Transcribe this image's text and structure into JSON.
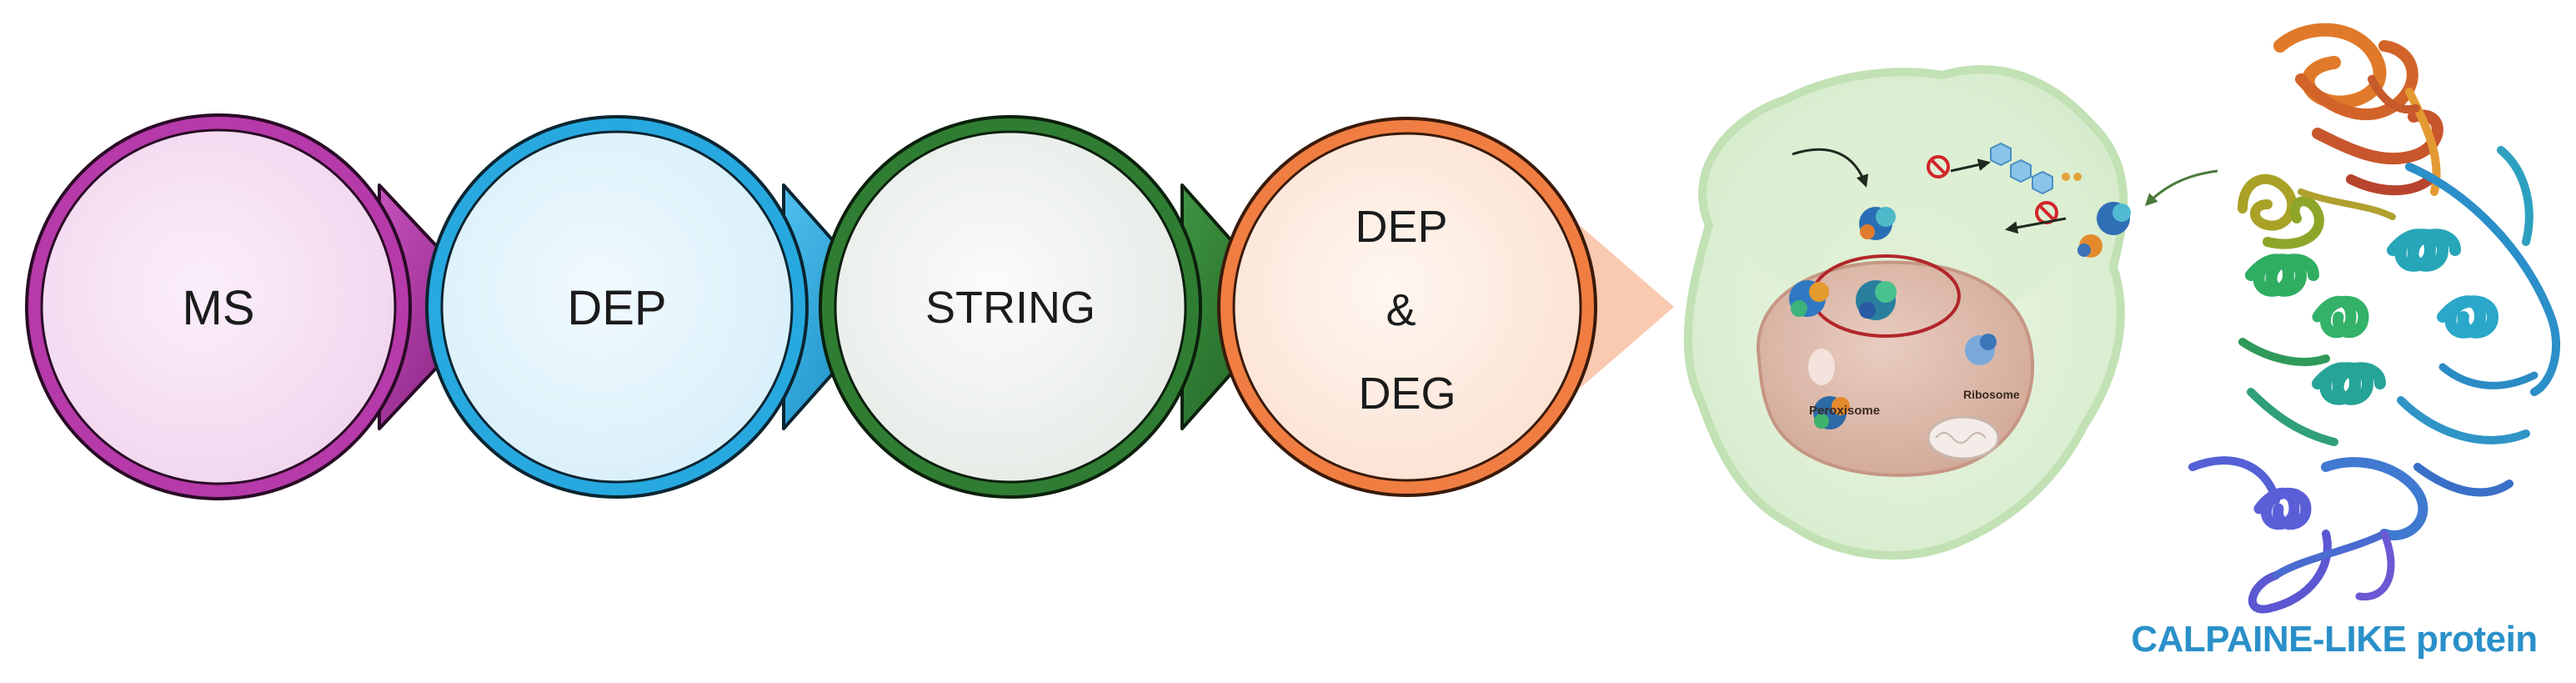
{
  "workflow": {
    "steps": [
      {
        "id": "ms",
        "lines": [
          "MS"
        ],
        "color": "#a3289a",
        "fill": "#f7e4f5"
      },
      {
        "id": "dep",
        "lines": [
          "DEP"
        ],
        "color": "#1ea3dc",
        "fill": "#e6f6fc"
      },
      {
        "id": "string",
        "lines": [
          "STRING"
        ],
        "color": "#2d7a2f",
        "fill": "#f2f4f2"
      },
      {
        "id": "dep-deg",
        "lines": [
          "DEP",
          "&",
          "DEG"
        ],
        "color": "#ee7a3c",
        "fill": "#fdf0e7"
      }
    ]
  },
  "cell_illustration": {
    "labels": {
      "peroxisome": "Peroxisome",
      "ribosome": "Ribosome"
    }
  },
  "protein": {
    "caption": "CALPAINE-LIKE protein",
    "caption_color": "#2a90c9"
  }
}
